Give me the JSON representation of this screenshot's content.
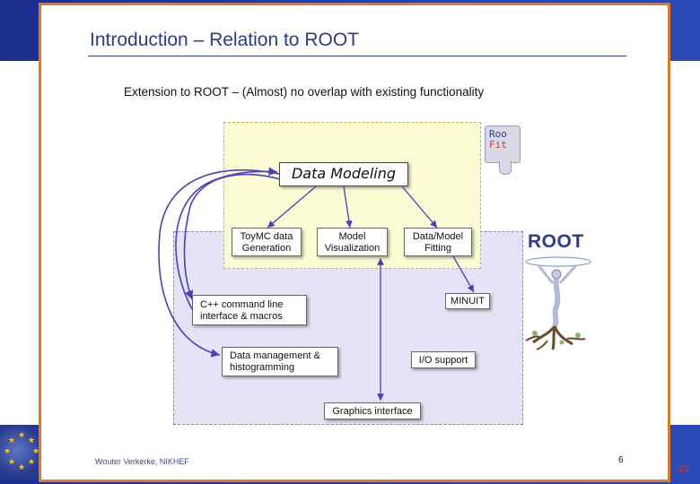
{
  "slide": {
    "title": "Introduction – Relation to ROOT",
    "subtitle": "Extension to ROOT – (Almost) no overlap with existing functionality",
    "footer_author": "Wouter Verkerke, NIKHEF",
    "page_number": "6",
    "corner_number": "27"
  },
  "roofit_logo": {
    "roo": "Roo",
    "fit": "Fit"
  },
  "root_logo": {
    "text": "ROOT"
  },
  "nodes": {
    "data_modeling": {
      "label": "Data Modeling"
    },
    "toymc": {
      "line1": "ToyMC data",
      "line2": "Generation"
    },
    "model_vis": {
      "line1": "Model",
      "line2": "Visualization"
    },
    "fitting": {
      "line1": "Data/Model",
      "line2": "Fitting"
    },
    "minuit": {
      "label": "MINUIT"
    },
    "cpp": {
      "line1": "C++ command line",
      "line2": "interface & macros"
    },
    "data_mgmt": {
      "line1": "Data management &",
      "line2": "histogramming"
    },
    "io": {
      "label": "I/O support"
    },
    "graphics": {
      "label": "Graphics interface"
    }
  },
  "colors": {
    "title": "#2d3a8c",
    "frame_border": "#e07a1f",
    "roofit_region": "#fbfbd4",
    "root_region": "#e4e4f6",
    "arrow": "#4a3fbf",
    "band": "#2643b0"
  }
}
